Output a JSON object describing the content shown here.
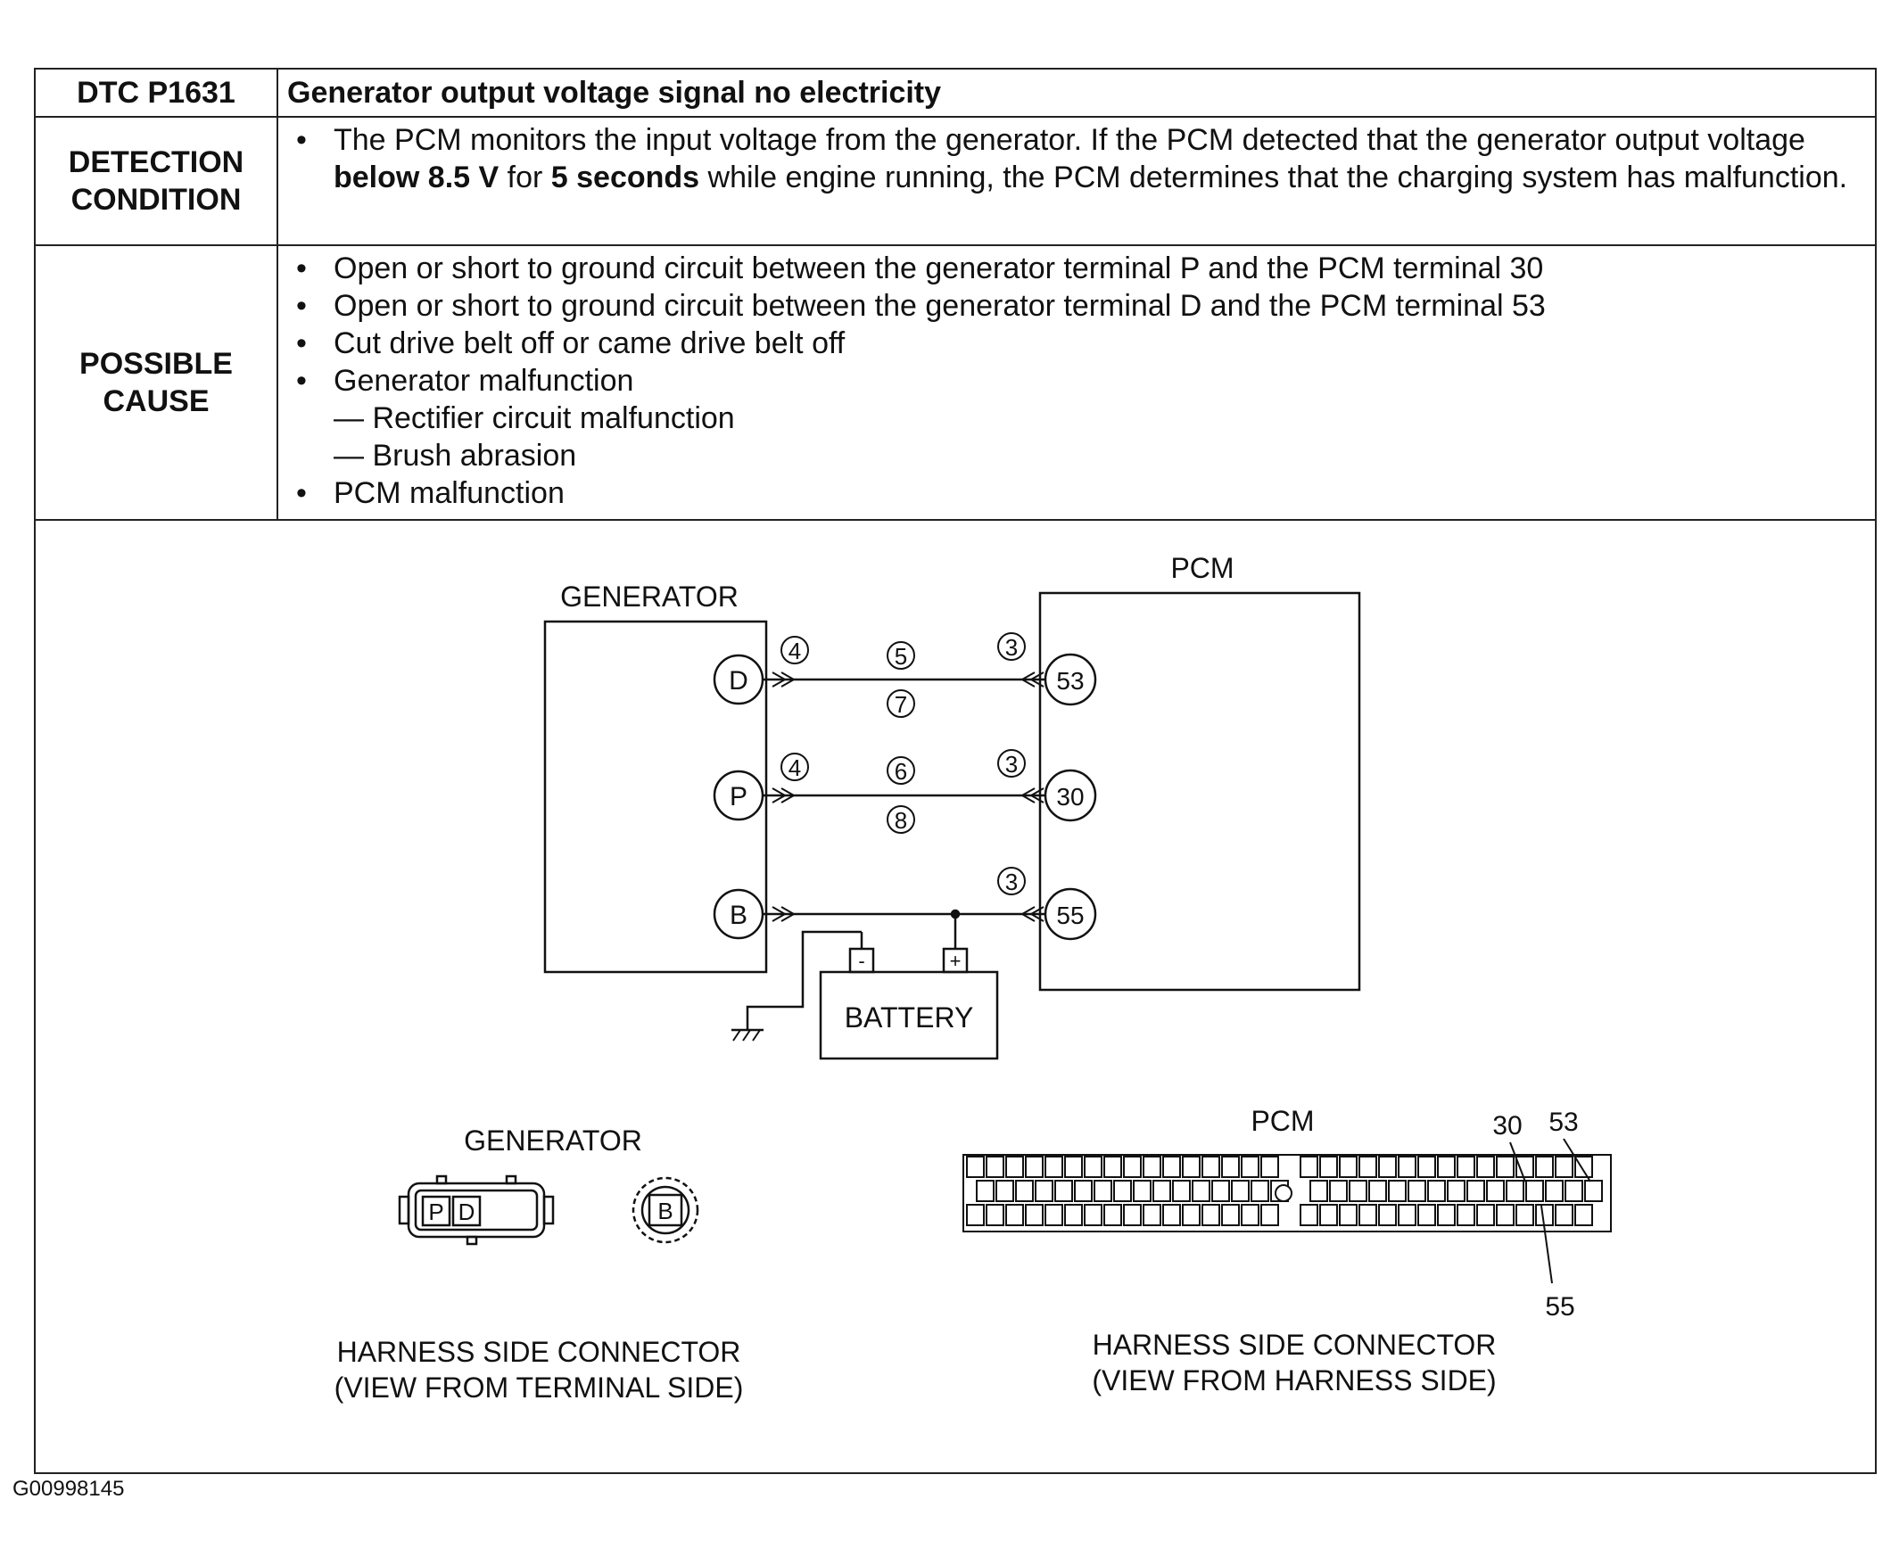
{
  "table": {
    "dtc_label": "DTC P1631",
    "dtc_title": "Generator output voltage signal no electricity",
    "detection_label": [
      "DETECTION",
      "CONDITION"
    ],
    "detection_text": {
      "pre": "The PCM monitors the input voltage from the generator. If the PCM detected that the generator output voltage ",
      "bold1": "below 8.5 V",
      "mid": " for ",
      "bold2": "5 seconds",
      "post": " while engine running, the PCM determines that the charging system has malfunction."
    },
    "cause_label": [
      "POSSIBLE",
      "CAUSE"
    ],
    "causes": [
      "Open or short to ground circuit between the generator terminal P and the PCM terminal 30",
      "Open or short to ground circuit between the generator terminal D and the PCM terminal 53",
      "Cut drive belt off or came drive belt off",
      "Generator malfunction",
      "— Rectifier circuit malfunction",
      "— Brush abrasion",
      "PCM malfunction"
    ]
  },
  "diagram": {
    "generator_label": "GENERATOR",
    "pcm_label": "PCM",
    "battery_label": "BATTERY",
    "battery_neg": "-",
    "battery_pos": "+",
    "gen_terminals": [
      "D",
      "P",
      "B"
    ],
    "pcm_terminals": [
      "53",
      "30",
      "55"
    ],
    "circled_refs": {
      "d_left": "4",
      "d_top": "5",
      "d_bottom": "7",
      "d_right": "3",
      "p_left": "4",
      "p_top": "6",
      "p_bottom": "8",
      "p_right": "3",
      "b_right": "3"
    },
    "gen_connector": {
      "title": "GENERATOR",
      "pins": [
        "P",
        "D"
      ],
      "pin_b": "B",
      "caption1": "HARNESS SIDE CONNECTOR",
      "caption2": "(VIEW FROM TERMINAL SIDE)"
    },
    "pcm_connector": {
      "title": "PCM",
      "pin_labels": [
        "30",
        "53",
        "55"
      ],
      "caption1": "HARNESS SIDE CONNECTOR",
      "caption2": "(VIEW FROM HARNESS SIDE)"
    }
  },
  "figure_id": "G00998145"
}
